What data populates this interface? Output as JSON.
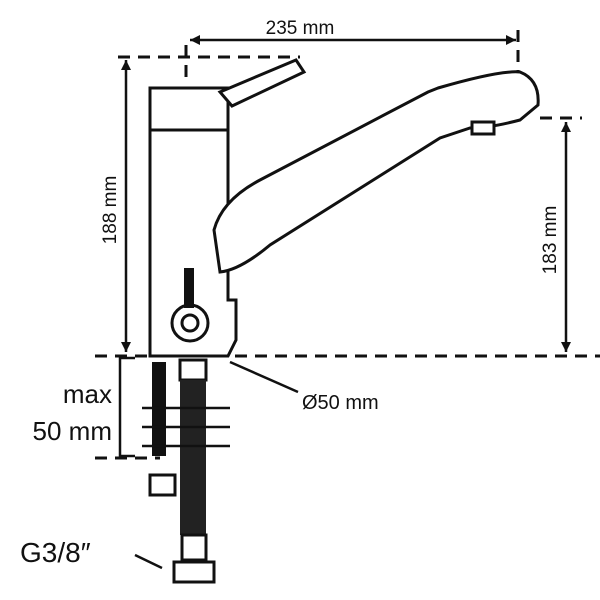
{
  "dimensions": {
    "width": "235 mm",
    "height_total": "188 mm",
    "height_spout": "183 mm",
    "max_label": "max",
    "max_value": "50 mm",
    "diameter": "Ø50 mm",
    "thread": "G3/8″"
  }
}
